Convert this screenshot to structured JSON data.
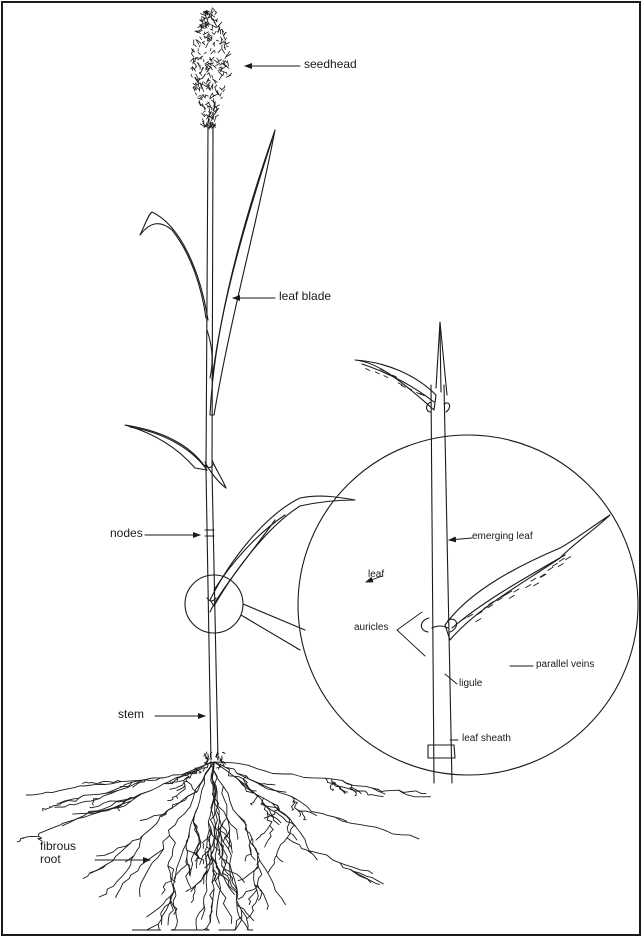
{
  "labels": {
    "seedhead": "seedhead",
    "leaf_blade": "leaf blade",
    "nodes": "nodes",
    "stem": "stem",
    "fibrous_root_line1": "fibrous",
    "fibrous_root_line2": "root"
  },
  "detail_labels": {
    "emerging_leaf": "emerging leaf",
    "leaf": "leaf",
    "auricles": "auricles",
    "parallel_veins": "parallel veins",
    "ligule": "ligule",
    "leaf_sheath": "leaf sheath"
  },
  "colors": {
    "ink": "#1a1a1a",
    "background": "#ffffff"
  }
}
